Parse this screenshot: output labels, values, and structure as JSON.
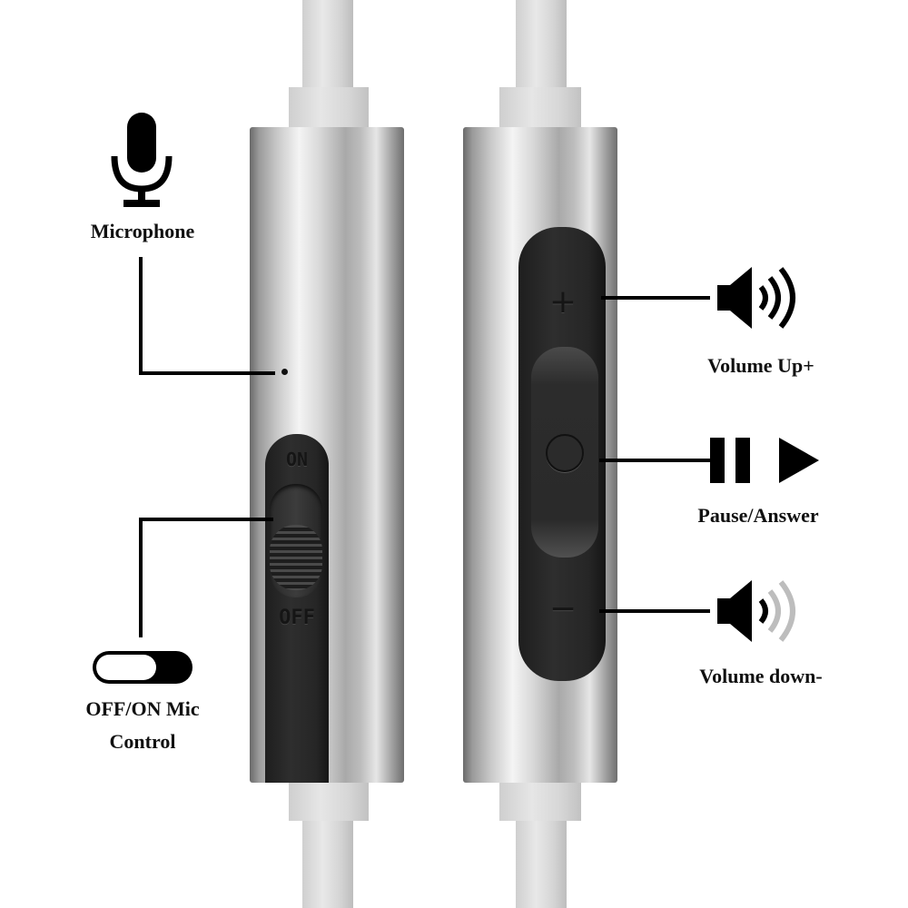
{
  "labels": {
    "microphone": "Microphone",
    "mic_control_line1": "OFF/ON Mic",
    "mic_control_line2": "Control",
    "volume_up": "Volume Up+",
    "pause_answer": "Pause/Answer",
    "volume_down": "Volume down-"
  },
  "switch": {
    "on": "ON",
    "off": "OFF"
  },
  "buttons": {
    "plus": "+",
    "minus": "−"
  },
  "colors": {
    "accent": "#000000",
    "pad": "#222222",
    "faded_wave": "#bdbdbd"
  }
}
